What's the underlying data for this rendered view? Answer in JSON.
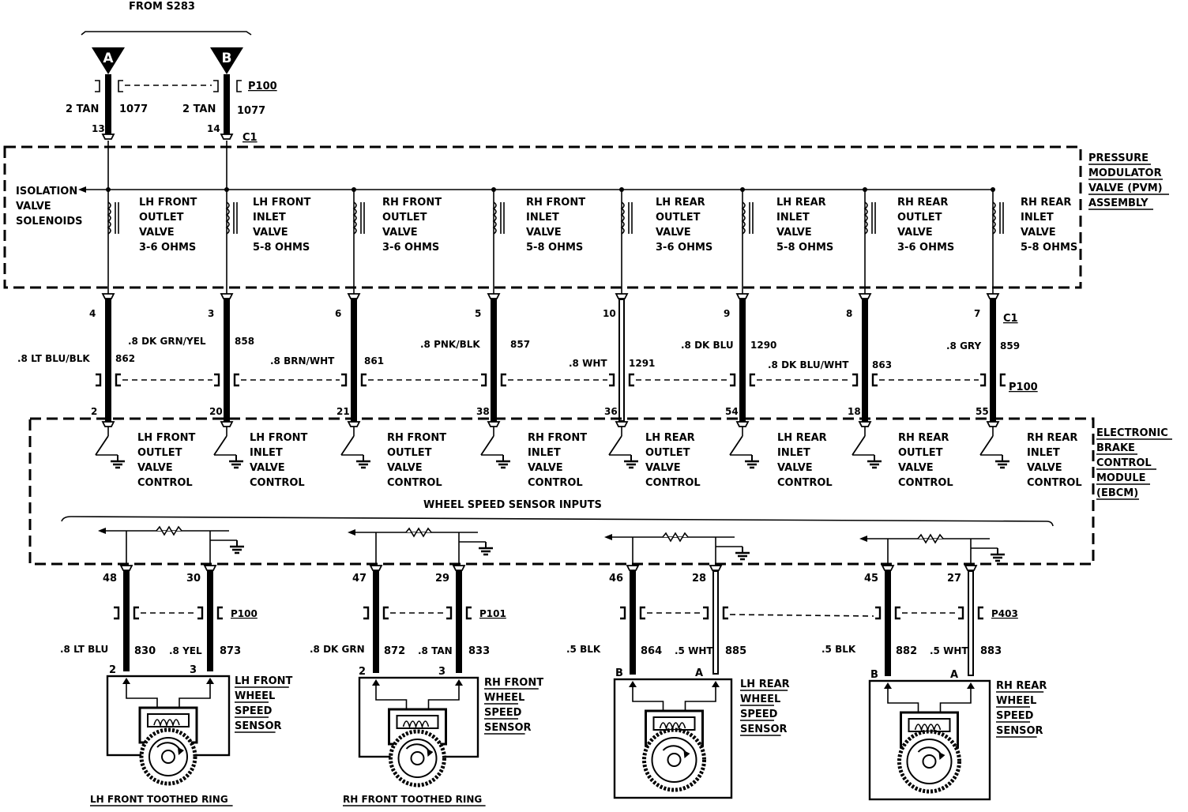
{
  "header": {
    "from": "FROM S283",
    "splice_a": "A",
    "splice_b": "B",
    "feed_a_wire": "2 TAN",
    "feed_a_circuit": "1077",
    "feed_a_pin": "13",
    "feed_b_wire": "2 TAN",
    "feed_b_circuit": "1077",
    "feed_b_pin": "14",
    "connector_top": "P100",
    "connector_c1": "C1"
  },
  "pmv": {
    "assembly_label": [
      "PRESSURE",
      "MODULATOR",
      "VALVE (PVM)",
      "ASSEMBLY"
    ],
    "isolation_label": [
      "ISOLATION",
      "VALVE",
      "SOLENOIDS"
    ],
    "valves": [
      {
        "lines": [
          "LH FRONT",
          "OUTLET",
          "VALVE",
          "3-6 OHMS"
        ]
      },
      {
        "lines": [
          "LH FRONT",
          "INLET",
          "VALVE",
          "5-8 OHMS"
        ]
      },
      {
        "lines": [
          "RH FRONT",
          "OUTLET",
          "VALVE",
          "3-6 OHMS"
        ]
      },
      {
        "lines": [
          "RH FRONT",
          "INLET",
          "VALVE",
          "5-8 OHMS"
        ]
      },
      {
        "lines": [
          "LH REAR",
          "OUTLET",
          "VALVE",
          "3-6 OHMS"
        ]
      },
      {
        "lines": [
          "LH REAR",
          "INLET",
          "VALVE",
          "5-8 OHMS"
        ]
      },
      {
        "lines": [
          "RH REAR",
          "OUTLET",
          "VALVE",
          "3-6 OHMS"
        ]
      },
      {
        "lines": [
          "RH REAR",
          "INLET",
          "VALVE",
          "5-8 OHMS"
        ]
      }
    ]
  },
  "wires": [
    {
      "c1_pin": "4",
      "label": ".8 LT BLU/BLK",
      "circuit": "862",
      "ebcm_pin": "2"
    },
    {
      "c1_pin": "3",
      "label": ".8 DK GRN/YEL",
      "circuit": "858",
      "ebcm_pin": "20"
    },
    {
      "c1_pin": "6",
      "label": ".8 BRN/WHT",
      "circuit": "861",
      "ebcm_pin": "21"
    },
    {
      "c1_pin": "5",
      "label": ".8 PNK/BLK",
      "circuit": "857",
      "ebcm_pin": "38"
    },
    {
      "c1_pin": "10",
      "label": ".8 WHT",
      "circuit": "1291",
      "ebcm_pin": "36"
    },
    {
      "c1_pin": "9",
      "label": ".8 DK BLU",
      "circuit": "1290",
      "ebcm_pin": "54"
    },
    {
      "c1_pin": "8",
      "label": ".8 DK BLU/WHT",
      "circuit": "863",
      "ebcm_pin": "18"
    },
    {
      "c1_pin": "7",
      "label": ".8 GRY",
      "circuit": "859",
      "ebcm_pin": "55"
    }
  ],
  "mid_connectors": {
    "c1": "C1",
    "p100": "P100"
  },
  "ebcm": {
    "label": [
      "ELECTRONIC",
      "BRAKE",
      "CONTROL",
      "MODULE",
      "(EBCM)"
    ],
    "controls": [
      {
        "lines": [
          "LH FRONT",
          "OUTLET",
          "VALVE",
          "CONTROL"
        ]
      },
      {
        "lines": [
          "LH FRONT",
          "INLET",
          "VALVE",
          "CONTROL"
        ]
      },
      {
        "lines": [
          "RH FRONT",
          "OUTLET",
          "VALVE",
          "CONTROL"
        ]
      },
      {
        "lines": [
          "RH FRONT",
          "INLET",
          "VALVE",
          "CONTROL"
        ]
      },
      {
        "lines": [
          "LH REAR",
          "OUTLET",
          "VALVE",
          "CONTROL"
        ]
      },
      {
        "lines": [
          "LH REAR",
          "INLET",
          "VALVE",
          "CONTROL"
        ]
      },
      {
        "lines": [
          "RH REAR",
          "OUTLET",
          "VALVE",
          "CONTROL"
        ]
      },
      {
        "lines": [
          "RH REAR",
          "INLET",
          "VALVE",
          "CONTROL"
        ]
      }
    ],
    "wss_inputs": "WHEEL SPEED SENSOR INPUTS"
  },
  "sensors": [
    {
      "name": [
        "LH FRONT",
        "WHEEL",
        "SPEED",
        "SENSOR"
      ],
      "pin_left": "48",
      "pin_right": "30",
      "connector": "P100",
      "wire_left": ".8 LT BLU",
      "circuit_left": "830",
      "wire_right": ".8 YEL",
      "circuit_right": "873",
      "term_left": "2",
      "term_right": "3",
      "ring": "LH FRONT TOOTHED RING"
    },
    {
      "name": [
        "RH FRONT",
        "WHEEL",
        "SPEED",
        "SENSOR"
      ],
      "pin_left": "47",
      "pin_right": "29",
      "connector": "P101",
      "wire_left": ".8 DK GRN",
      "circuit_left": "872",
      "wire_right": ".8 TAN",
      "circuit_right": "833",
      "term_left": "2",
      "term_right": "3",
      "ring": "RH FRONT TOOTHED RING"
    },
    {
      "name": [
        "LH REAR",
        "WHEEL",
        "SPEED",
        "SENSOR"
      ],
      "pin_left": "46",
      "pin_right": "28",
      "connector": "",
      "wire_left": ".5 BLK",
      "circuit_left": "864",
      "wire_right": ".5 WHT",
      "circuit_right": "885",
      "term_left": "B",
      "term_right": "A",
      "ring": ""
    },
    {
      "name": [
        "RH REAR",
        "WHEEL",
        "SPEED",
        "SENSOR"
      ],
      "pin_left": "45",
      "pin_right": "27",
      "connector": "P403",
      "wire_left": ".5 BLK",
      "circuit_left": "882",
      "wire_right": ".5 WHT",
      "circuit_right": "883",
      "term_left": "B",
      "term_right": "A",
      "ring": ""
    }
  ]
}
